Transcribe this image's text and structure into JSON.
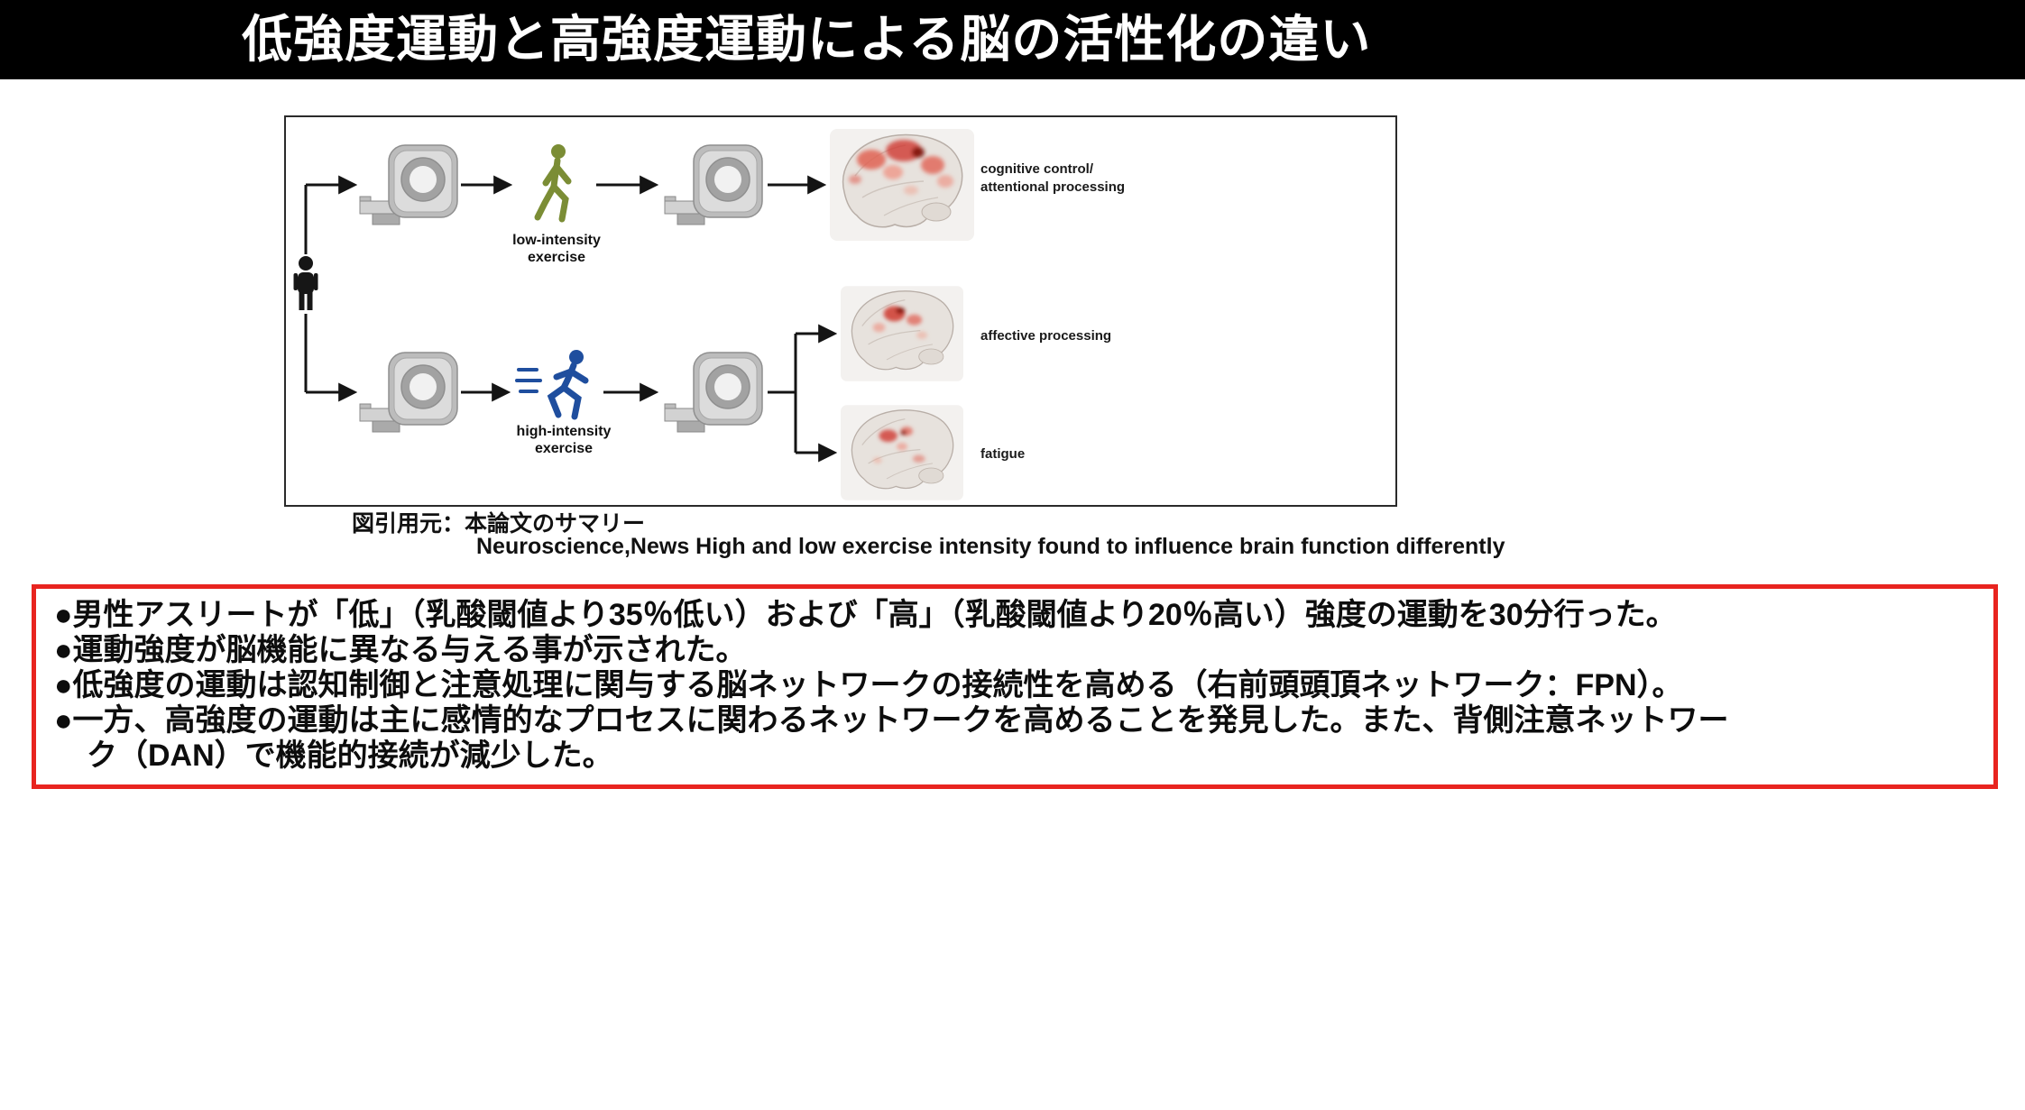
{
  "header": {
    "title": "低強度運動と高強度運動による脳の活性化の違い"
  },
  "figure": {
    "exercise_labels": {
      "low_line1": "low-intensity",
      "low_line2": "exercise",
      "high_line1": "high-intensity",
      "high_line2": "exercise"
    },
    "result_labels": {
      "cognitive_line1": "cognitive control/",
      "cognitive_line2": "attentional processing",
      "affective": "affective processing",
      "fatigue": "fatigue"
    },
    "caption_source": "図引用元：本論文のサマリー",
    "caption_reference": "Neuroscience,News High and low exercise intensity found to influence brain function differently"
  },
  "summary": {
    "lines": [
      "●男性アスリートが「低」（乳酸閾値より35％低い）および「高」（乳酸閾値より20％高い）強度の運動を30分行った。",
      "●運動強度が脳機能に異なる与える事が示された。",
      "●低強度の運動は認知制御と注意処理に関与する脳ネットワークの接続性を高める（右前頭頭頂ネットワーク：FPN）。",
      "●一方、高強度の運動は主に感情的なプロセスに関わるネットワークを高めることを発見した。また、背側注意ネットワー",
      "ク（DAN）で機能的接続が減少した。"
    ]
  },
  "colors": {
    "summary_border_red": "#e8241f",
    "walker_green": "#7b8d35",
    "runner_blue": "#1f4e9e",
    "activation_red": "#cf3a2e"
  }
}
